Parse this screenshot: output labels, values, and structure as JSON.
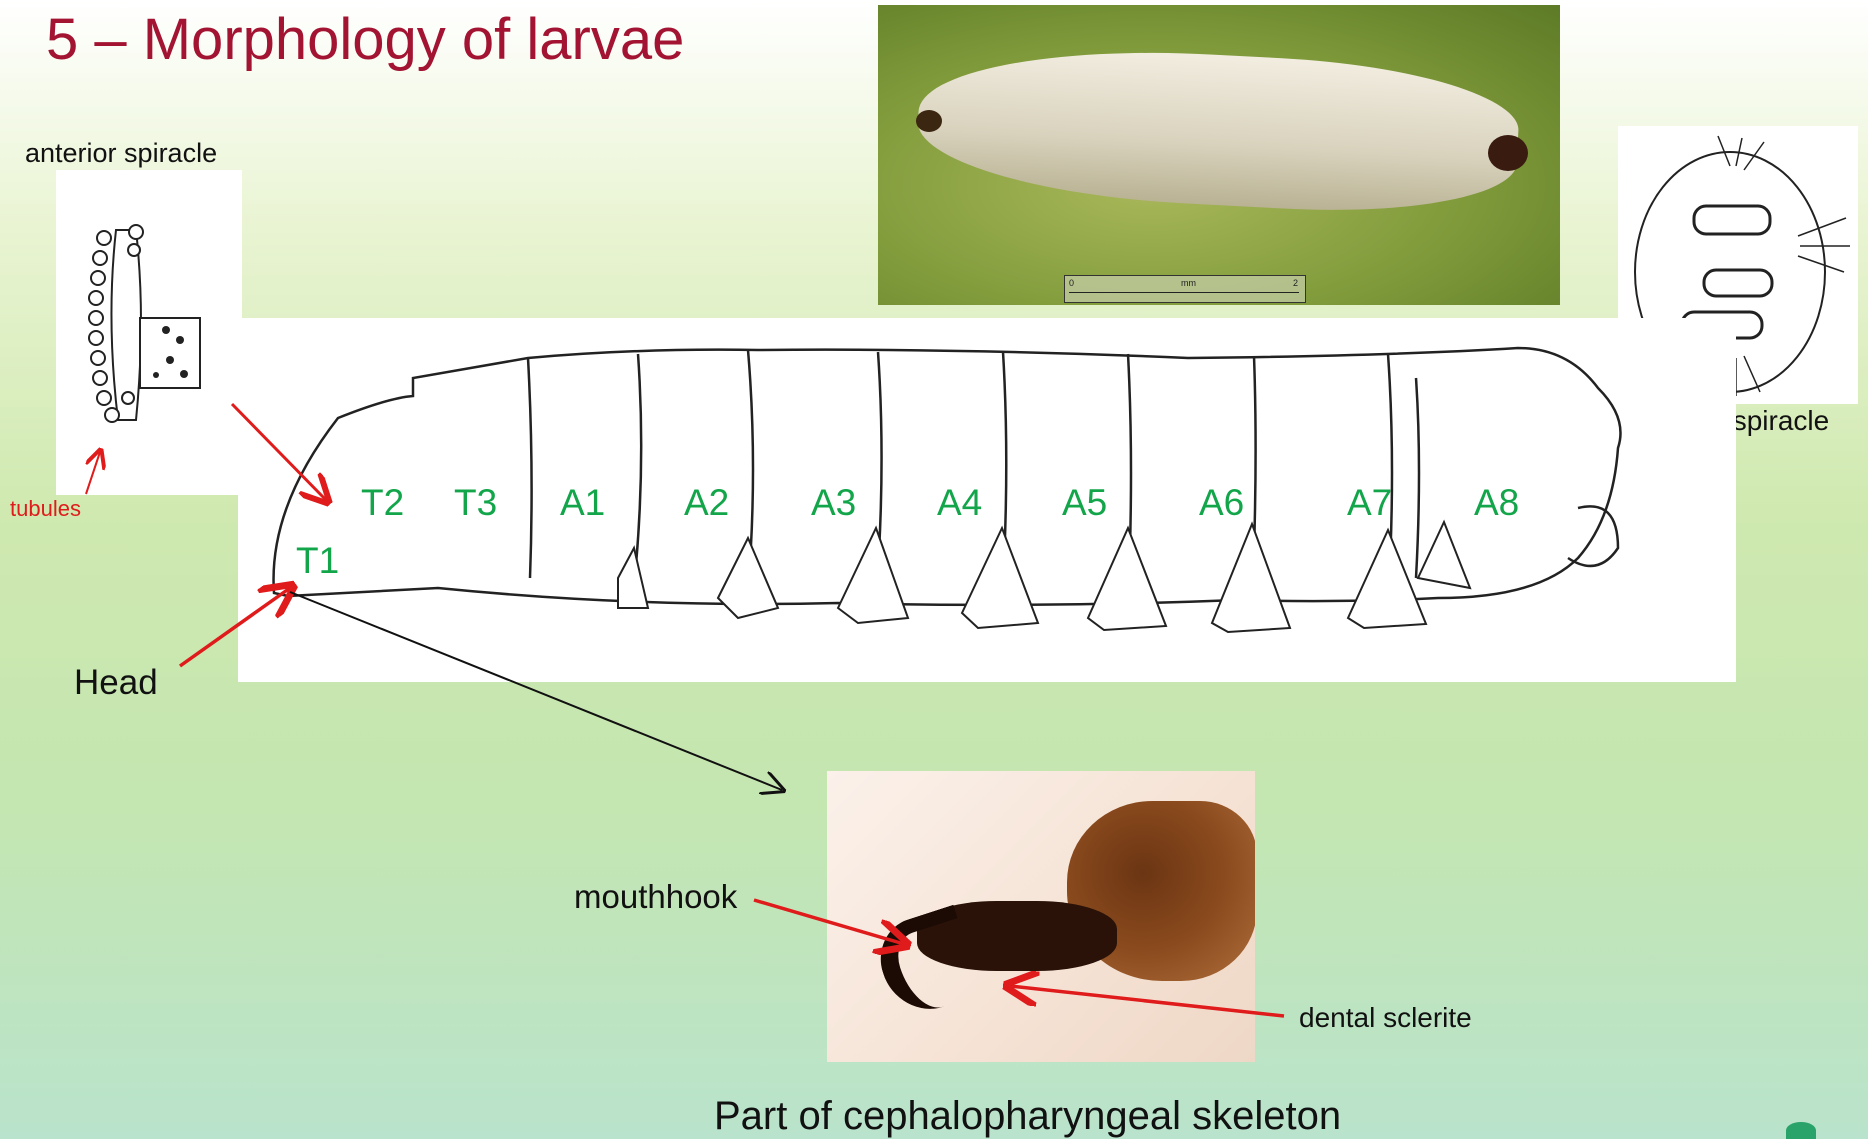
{
  "title": "5  – Morphology of larvae",
  "labels": {
    "anterior_spiracle": "anterior spiracle",
    "posterior_spiracle": "posterior spiracle",
    "tubules": "tubules",
    "head": "Head",
    "mouthhook": "mouthhook",
    "dental_sclerite": "dental sclerite",
    "caption": "Part of cephalopharyngeal skeleton"
  },
  "segments": [
    "T1",
    "T2",
    "T3",
    "A1",
    "A2",
    "A3",
    "A4",
    "A5",
    "A6",
    "A7",
    "A8"
  ],
  "scale_bar": {
    "start": "0",
    "unit": "mm",
    "end": "2"
  },
  "colors": {
    "title": "#a31433",
    "segment_labels": "#12a54a",
    "arrows_red": "#e01b1b",
    "arrow_black": "#111111"
  }
}
